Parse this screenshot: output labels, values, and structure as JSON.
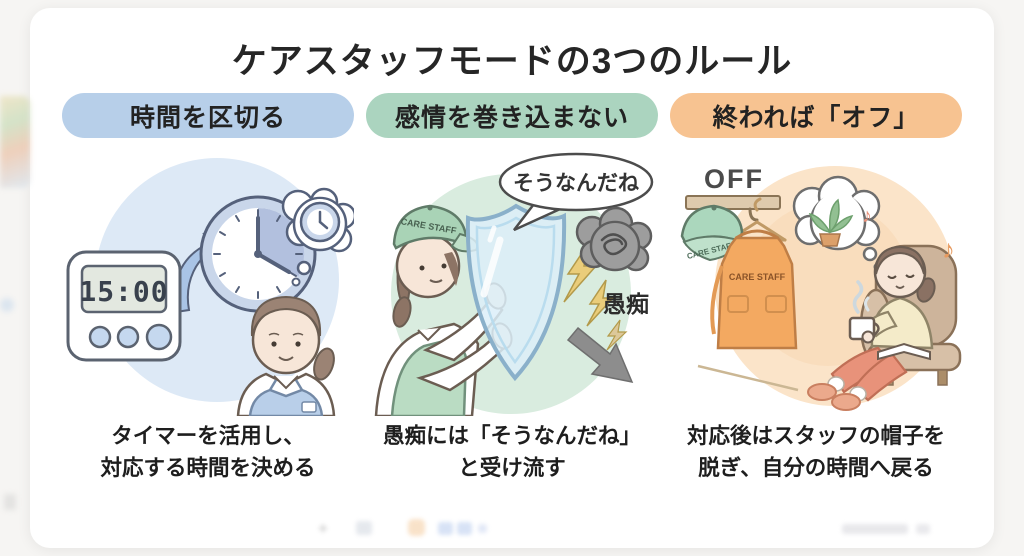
{
  "title": "ケアスタッフモードの3つのルール",
  "colors": {
    "header_blue": "#b7cfe9",
    "header_green": "#abd4bf",
    "header_orange": "#f7c391",
    "circle_blue": "#dde9f6",
    "circle_green": "#d9ecdf",
    "circle_orange": "#fbe4c9",
    "title_text": "#262626"
  },
  "panels": [
    {
      "id": "time",
      "header": "時間を区切る",
      "caption_line1": "タイマーを活用し、",
      "caption_line2": "対応する時間を決める",
      "illustration": {
        "timer_display": "15:00"
      }
    },
    {
      "id": "emotion",
      "header": "感情を巻き込まない",
      "caption_line1": "愚痴には「そうなんだね」",
      "caption_line2": "と受け流す",
      "illustration": {
        "speech_bubble": "そうなんだね",
        "cap_label": "CARE STAFF",
        "cloud_label": "愚痴"
      }
    },
    {
      "id": "off",
      "header": "終われば「オフ」",
      "caption_line1": "対応後はスタッフの帽子を",
      "caption_line2": "脱ぎ、自分の時間へ戻る",
      "illustration": {
        "off_label": "OFF",
        "cap_label": "CARE STAFF",
        "apron_label": "CARE STAFF",
        "music_note": "♪"
      }
    }
  ]
}
